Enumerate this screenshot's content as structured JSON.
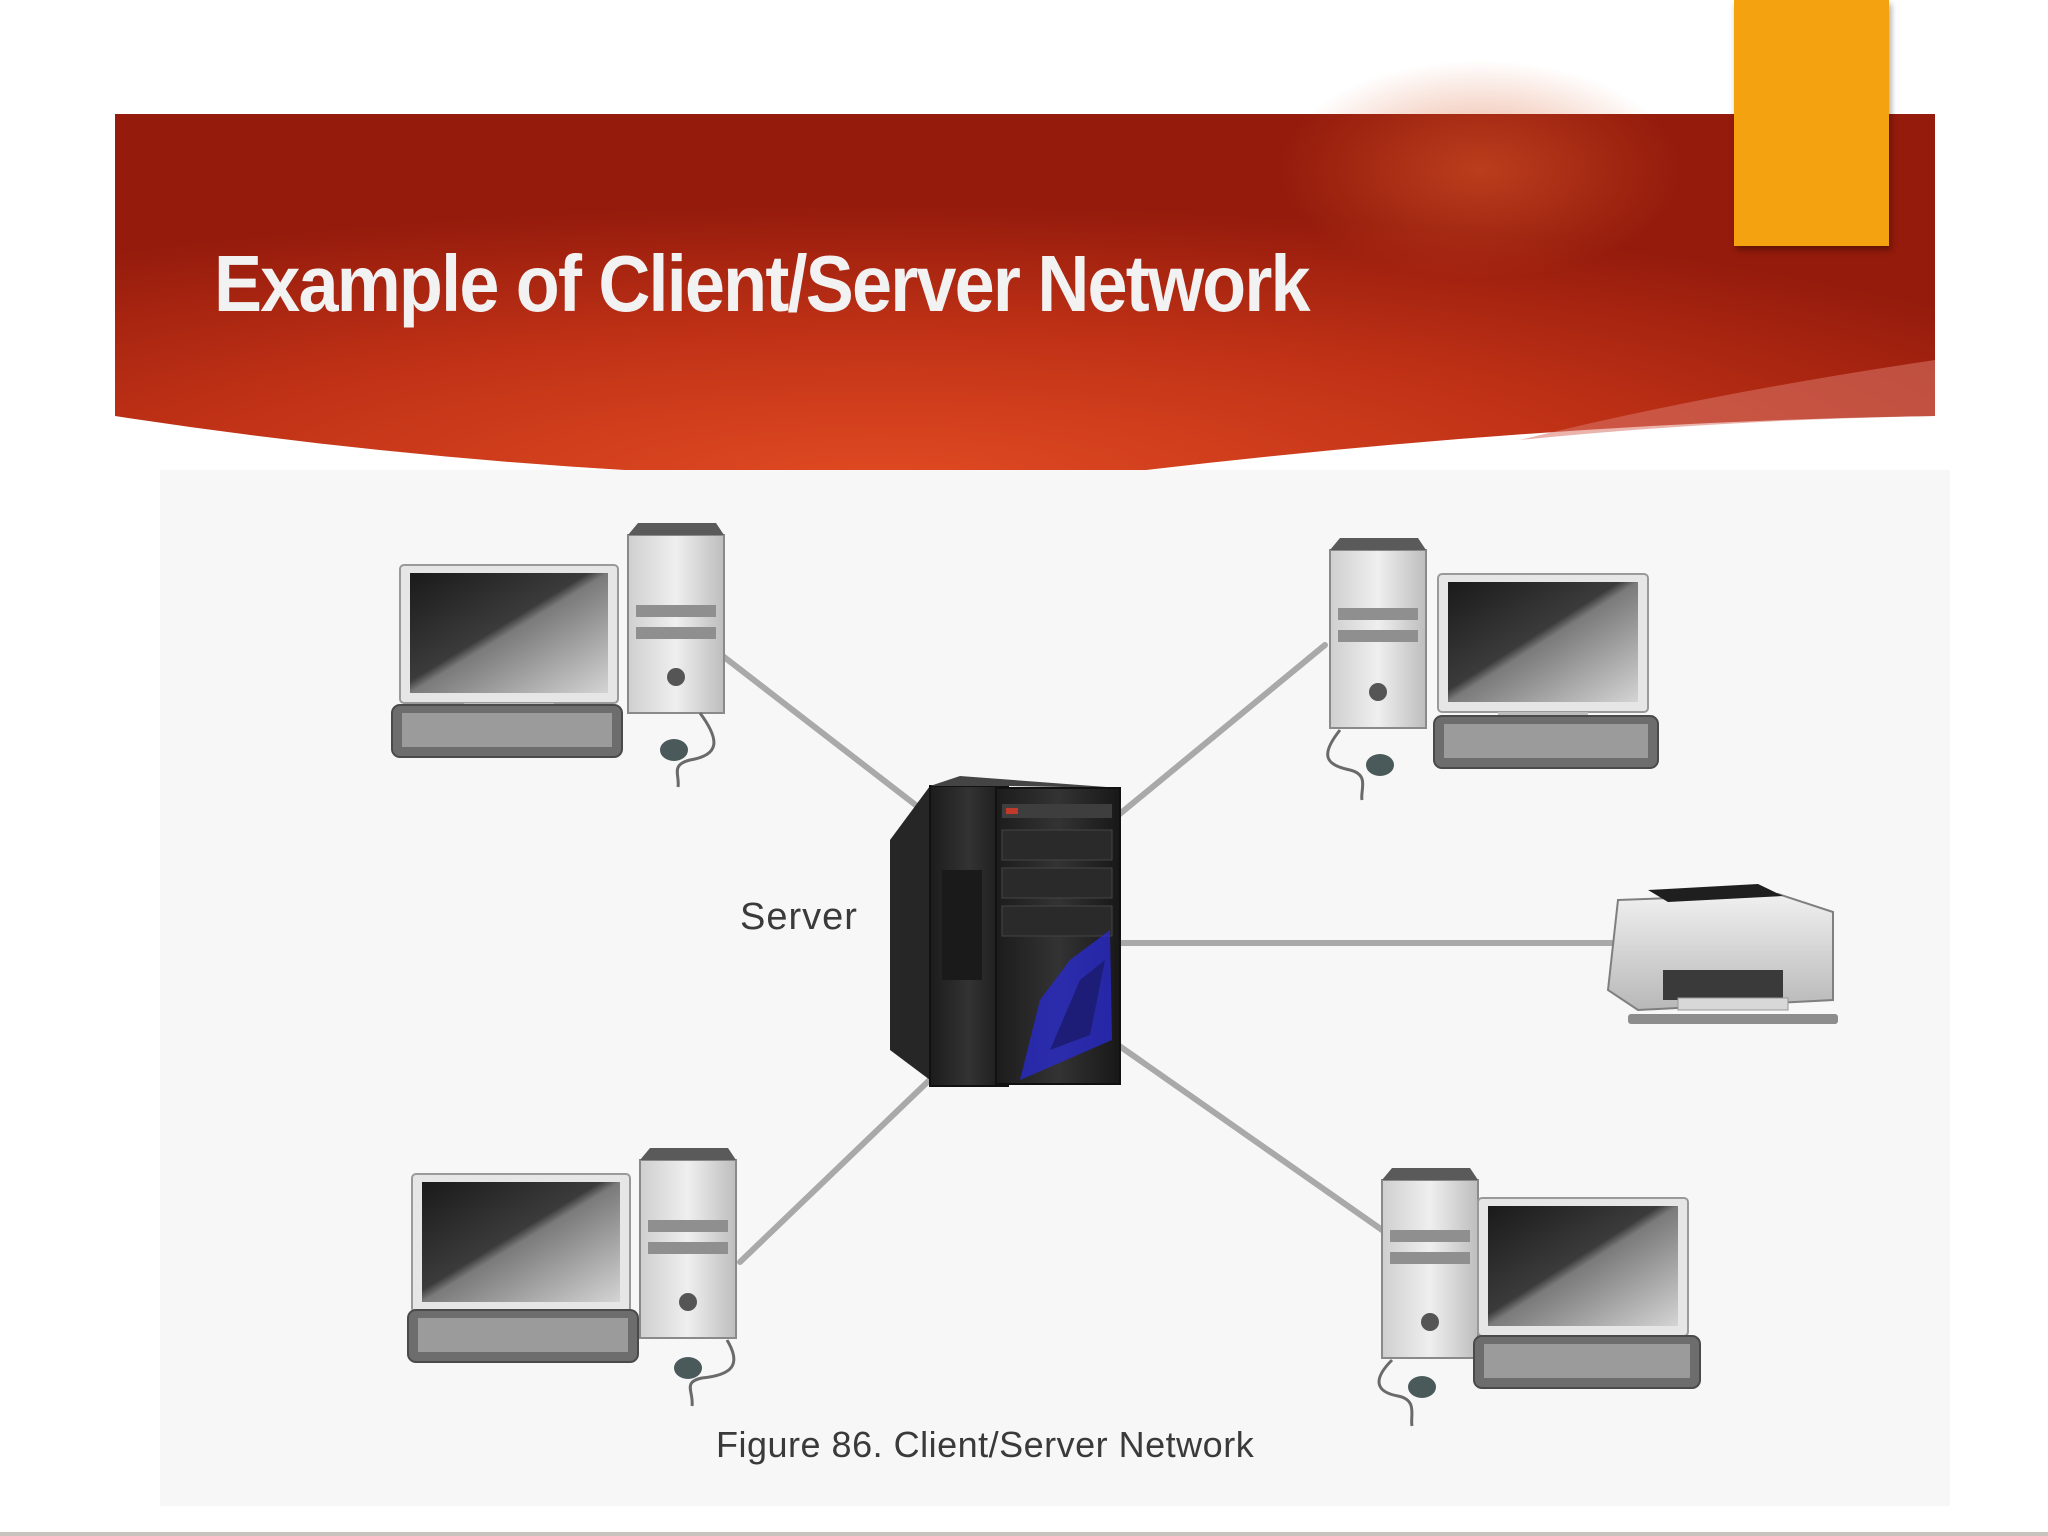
{
  "slide": {
    "title": "Example of Client/Server Network"
  },
  "diagram": {
    "server_label": "Server",
    "caption": "Figure 86. Client/Server Network",
    "nodes": [
      {
        "id": "server",
        "type": "server"
      },
      {
        "id": "client-top-left",
        "type": "desktop-computer"
      },
      {
        "id": "client-top-right",
        "type": "desktop-computer"
      },
      {
        "id": "client-bottom-left",
        "type": "desktop-computer"
      },
      {
        "id": "client-bottom-right",
        "type": "desktop-computer"
      },
      {
        "id": "printer",
        "type": "printer"
      }
    ],
    "connections": [
      {
        "from": "server",
        "to": "client-top-left"
      },
      {
        "from": "server",
        "to": "client-top-right"
      },
      {
        "from": "server",
        "to": "printer"
      },
      {
        "from": "server",
        "to": "client-bottom-left"
      },
      {
        "from": "server",
        "to": "client-bottom-right"
      }
    ]
  },
  "colors": {
    "banner_dark": "#9e1f0e",
    "banner_mid": "#d9441f",
    "accent_tab": "#f4a20f",
    "title_text": "#f2f2f2",
    "cable": "#a9a9a9",
    "server_blue": "#2a2bd6"
  }
}
